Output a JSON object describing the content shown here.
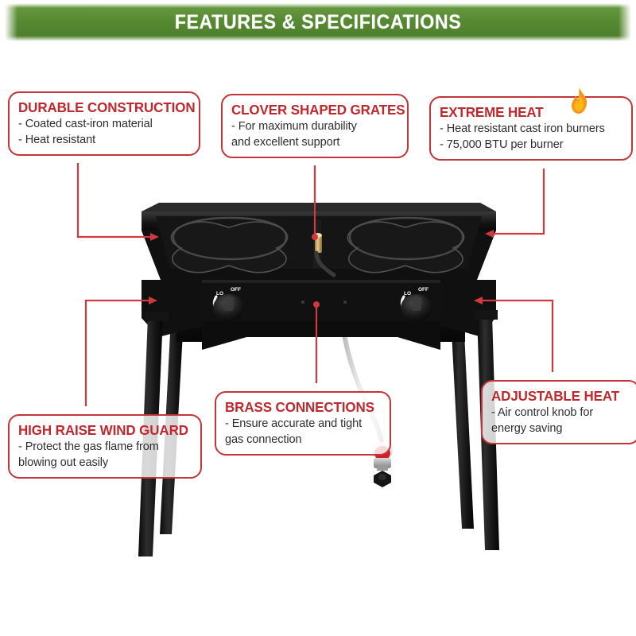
{
  "header": {
    "title": "FEATURES & SPECIFICATIONS",
    "background_color": "#568a32",
    "text_color": "#ffffff"
  },
  "theme": {
    "accent_red": "#c0282d",
    "border_red": "#c4353a",
    "body_text": "#2e2e2e",
    "page_background": "#ffffff",
    "product_black": "#141414",
    "flame_orange": "#f59a1e"
  },
  "callouts": [
    {
      "id": "durable-construction",
      "title": "DURABLE CONSTRUCTION",
      "lines": [
        "- Coated cast-iron material",
        "- Heat resistant"
      ],
      "icon": null
    },
    {
      "id": "clover-shaped-grates",
      "title": "CLOVER SHAPED GRATES",
      "lines": [
        "- For maximum durability",
        "and excellent support"
      ],
      "icon": null
    },
    {
      "id": "extreme-heat",
      "title": "EXTREME HEAT",
      "lines": [
        "- Heat resistant cast iron burners",
        "- 75,000 BTU per burner"
      ],
      "icon": "flame-icon"
    },
    {
      "id": "high-raise-wind-guard",
      "title": "HIGH RAISE WIND GUARD",
      "lines": [
        "- Protect the gas flame from",
        "blowing out easily"
      ],
      "icon": null
    },
    {
      "id": "brass-connections",
      "title": "BRASS CONNECTIONS",
      "lines": [
        "- Ensure accurate and tight",
        "gas connection"
      ],
      "icon": null
    },
    {
      "id": "adjustable-heat",
      "title": "ADJUSTABLE HEAT",
      "lines": [
        "- Air control knob for",
        "energy saving"
      ],
      "icon": null
    }
  ],
  "product": {
    "name": "double-burner-cast-iron-propane-stove",
    "knob_labels": [
      "LO",
      "OFF"
    ],
    "parts": [
      "wind-guard-rim",
      "clover-grate-left",
      "clover-grate-right",
      "cast-iron-burner-left",
      "cast-iron-burner-right",
      "brass-connection-fitting",
      "control-knob-left",
      "control-knob-right",
      "gas-hose",
      "gas-regulator",
      "stove-leg"
    ]
  }
}
